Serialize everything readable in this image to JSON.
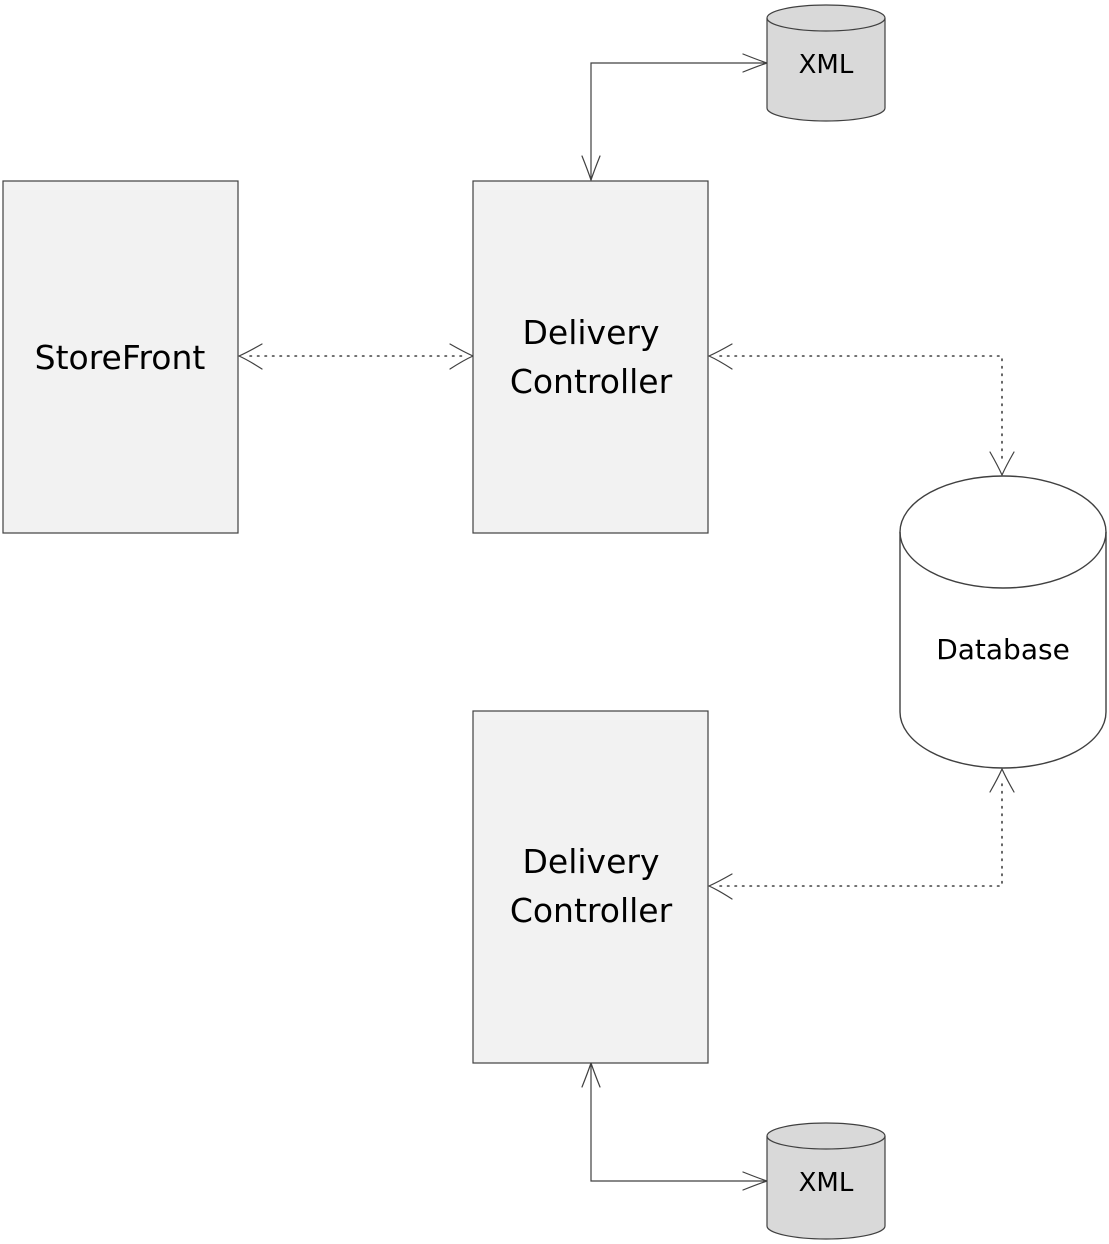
{
  "nodes": {
    "storefront": {
      "label": "StoreFront"
    },
    "delivery_controller_1": {
      "line1": "Delivery",
      "line2": "Controller"
    },
    "delivery_controller_2": {
      "line1": "Delivery",
      "line2": "Controller"
    },
    "database": {
      "label": "Database"
    },
    "xml_top": {
      "label": "XML"
    },
    "xml_bottom": {
      "label": "XML"
    }
  },
  "edges": [
    {
      "from": "storefront",
      "to": "delivery_controller_1",
      "style": "dotted",
      "direction": "both"
    },
    {
      "from": "delivery_controller_1",
      "to": "database",
      "style": "dotted",
      "direction": "both"
    },
    {
      "from": "delivery_controller_2",
      "to": "database",
      "style": "dotted",
      "direction": "both"
    },
    {
      "from": "xml_top",
      "to": "delivery_controller_1",
      "style": "solid",
      "direction": "both"
    },
    {
      "from": "xml_bottom",
      "to": "delivery_controller_2",
      "style": "solid",
      "direction": "both"
    }
  ]
}
